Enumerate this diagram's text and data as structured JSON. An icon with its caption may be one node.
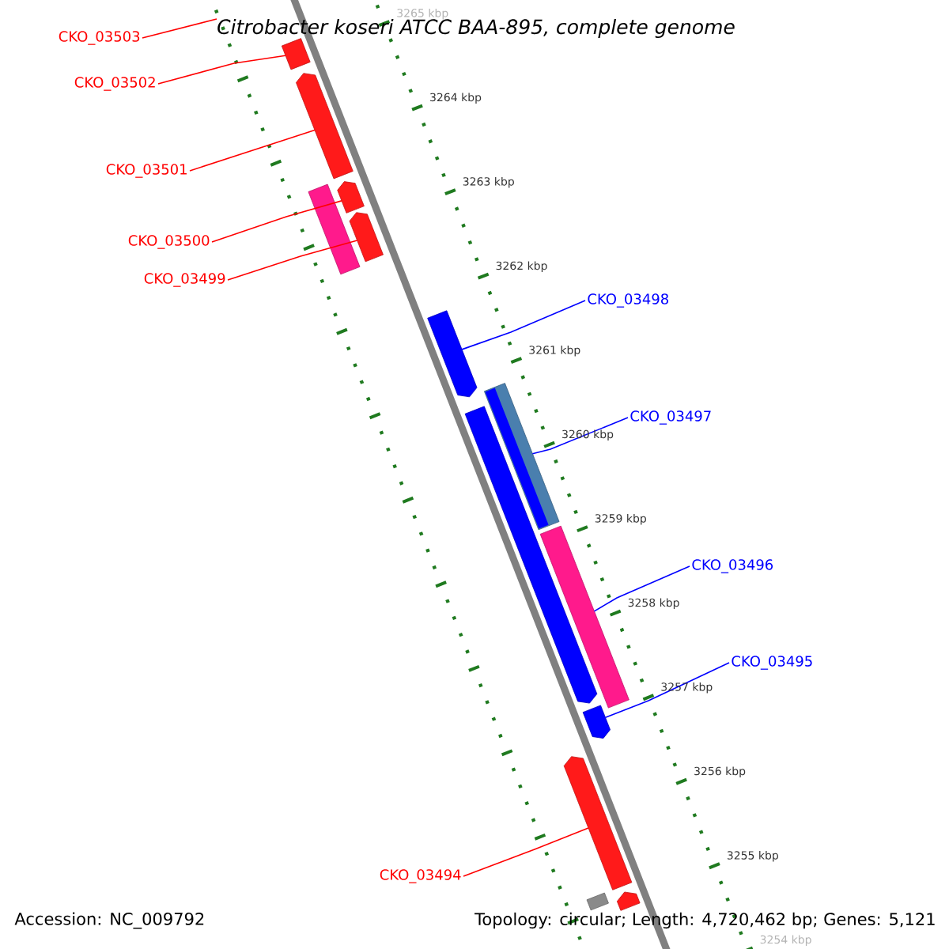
{
  "diagram": {
    "title": "Citrobacter koseri ATCC BAA-895, complete genome",
    "nodes": [
      {
        "text": [
          "CKO_03503"
        ]
      },
      {
        "text": [
          "CKO_03502"
        ]
      },
      {
        "text": [],
        "shape": "pentagon"
      },
      {
        "text": [
          "CKO_03501"
        ]
      },
      {
        "text": [],
        "shape": "pentagon"
      },
      {
        "text": [
          "CKO_03500"
        ]
      },
      {
        "text": [],
        "shape": "pentagon"
      },
      {
        "text": [
          "CKO_03499"
        ]
      },
      {
        "text": [],
        "shape": "pentagon"
      },
      {
        "text": [],
        "shape": "bar"
      },
      {
        "text": [
          "CKO_03498"
        ]
      },
      {
        "text": [],
        "shape": "pentagon"
      },
      {
        "text": [
          "CKO_03497"
        ]
      },
      {
        "text": [],
        "shape": "bar"
      },
      {
        "text": [
          "CKO_03496"
        ]
      },
      {
        "text": [],
        "shape": "pentagon"
      },
      {
        "text": [],
        "shape": "bar"
      },
      {
        "text": [
          "CKO_03495"
        ]
      },
      {
        "text": [],
        "shape": "pentagon"
      },
      {
        "text": [
          "CKO_03494"
        ]
      },
      {
        "text": [],
        "shape": "pentagon"
      },
      {
        "text": [],
        "shape": "pentagon"
      },
      {
        "text": [],
        "shape": "bar"
      }
    ],
    "edges": [
      {
        "from": 0,
        "to": null,
        "arrow": "none",
        "color": "#ff0000"
      },
      {
        "from": 1,
        "to": 2,
        "arrow": "none",
        "color": "#ff0000"
      },
      {
        "from": 3,
        "to": 4,
        "arrow": "none",
        "color": "#ff0000"
      },
      {
        "from": 5,
        "to": 6,
        "arrow": "none",
        "color": "#ff0000"
      },
      {
        "from": 7,
        "to": 8,
        "arrow": "none",
        "color": "#ff0000"
      },
      {
        "from": 10,
        "to": 11,
        "arrow": "none",
        "color": "#0000ff"
      },
      {
        "from": 12,
        "to": 13,
        "arrow": "none",
        "color": "#0000ff"
      },
      {
        "from": 14,
        "to": 16,
        "arrow": "none",
        "color": "#0000ff"
      },
      {
        "from": 17,
        "to": 18,
        "arrow": "none",
        "color": "#0000ff"
      },
      {
        "from": 19,
        "to": 20,
        "arrow": "none",
        "color": "#ff0000"
      }
    ],
    "labels": [
      "3265 kbp",
      "3264 kbp",
      "3263 kbp",
      "3262 kbp",
      "3261 kbp",
      "3260 kbp",
      "3259 kbp",
      "3258 kbp",
      "3257 kbp",
      "3256 kbp",
      "3255 kbp",
      "3254 kbp",
      "Accession: NC_009792",
      "Topology: circular; Length: 4,720,462 bp; Genes: 5,121"
    ]
  }
}
